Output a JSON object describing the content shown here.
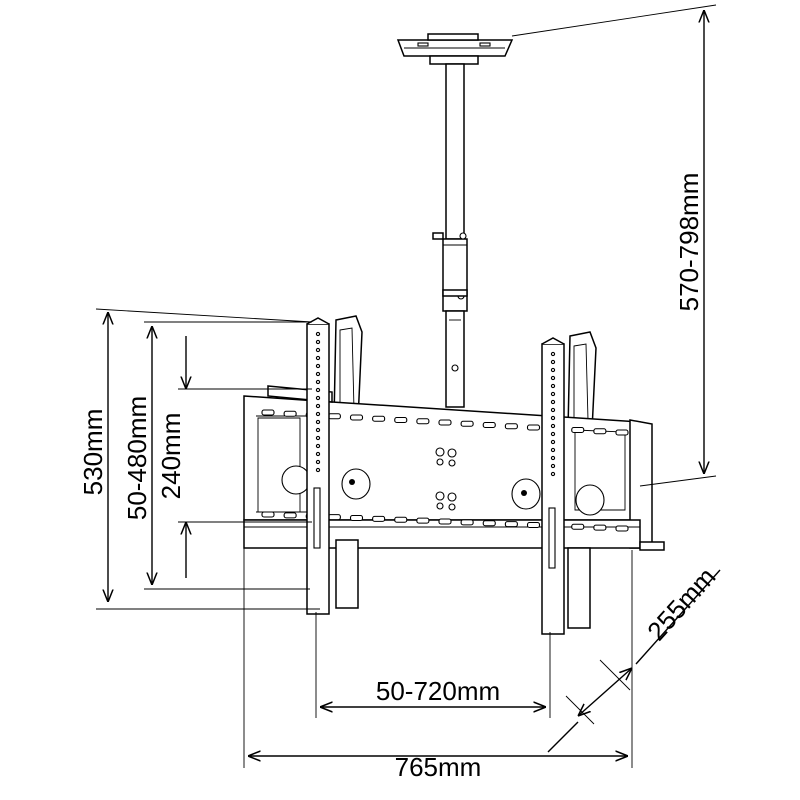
{
  "dimensions": {
    "height_range": "570-798mm",
    "overall_height": "530mm",
    "vertical_hole_range": "50-480mm",
    "vertical_hole_spacing": "240mm",
    "horizontal_hole_range": "50-720mm",
    "overall_width": "765mm",
    "depth": "255mm"
  }
}
